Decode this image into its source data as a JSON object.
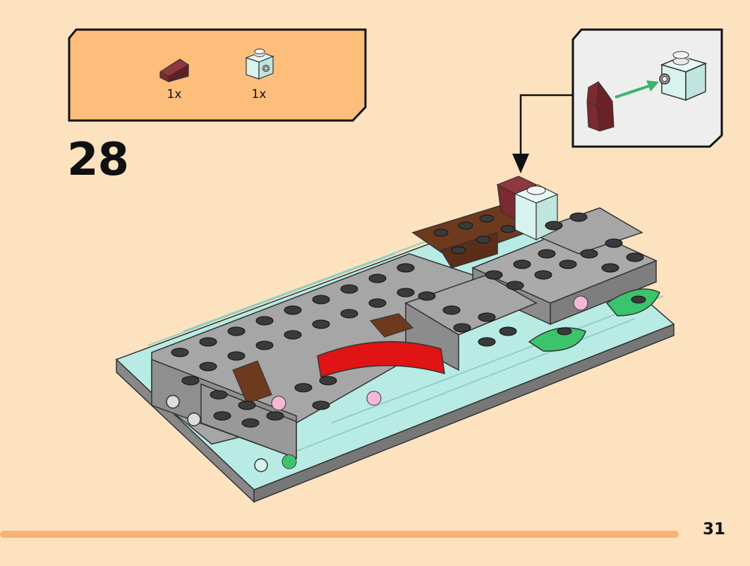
{
  "parts_list": {
    "items": [
      {
        "icon": "dark-red-slope-brick-icon",
        "quantity": "1x",
        "color": "#7a2a30"
      },
      {
        "icon": "light-aqua-brick-with-side-stud-icon",
        "quantity": "1x",
        "color": "#d8f2ee"
      }
    ],
    "box_color": "#fdbe7c"
  },
  "step": {
    "number": "28"
  },
  "callout": {
    "icon": "attach-slope-to-side-stud-icon",
    "arrow_color": "#3cb46e",
    "background": "#eeeeee"
  },
  "model": {
    "icon": "lego-build-model-icon",
    "accent_red": "#e01414"
  },
  "footer": {
    "page_number": "31",
    "bar_color": "#f7b274"
  }
}
